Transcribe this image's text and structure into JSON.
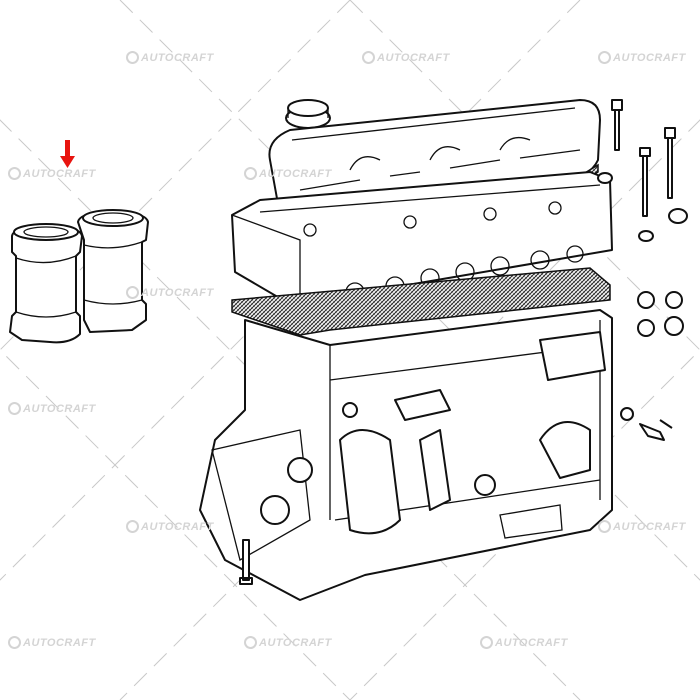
{
  "watermark": {
    "text": "AUTOCRAFT",
    "color": "#d4d4d4"
  },
  "marker": {
    "icon": "down-arrow-icon",
    "color": "#e8140f"
  },
  "diagram": {
    "subject": "engine-block-exploded-view",
    "highlighted_part": "cylinder-liners"
  }
}
